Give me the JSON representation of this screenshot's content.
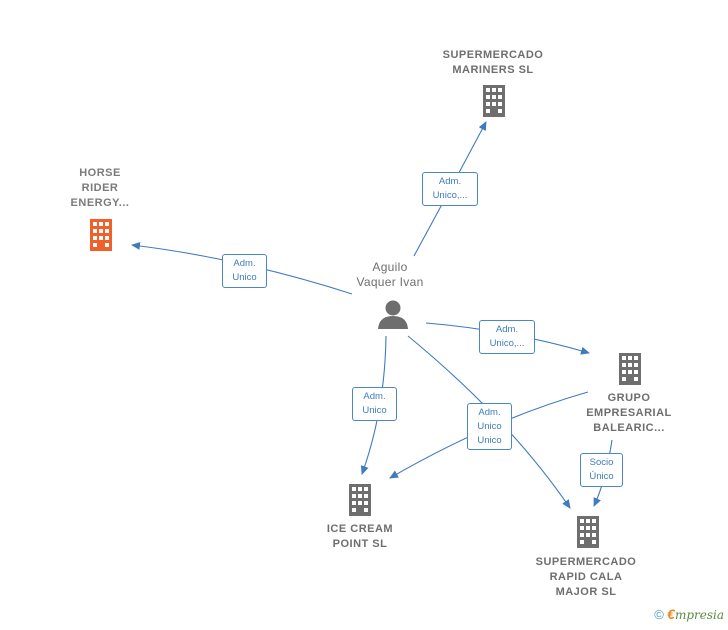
{
  "nodes": {
    "person": {
      "lines": [
        "Aguilo",
        "Vaquer Ivan"
      ]
    },
    "mariners": {
      "lines": [
        "SUPERMERCADO",
        "MARINERS  SL"
      ]
    },
    "horse": {
      "lines": [
        "HORSE",
        "RIDER",
        "ENERGY..."
      ]
    },
    "grupo": {
      "lines": [
        "GRUPO",
        "EMPRESARIAL",
        "BALEARIC..."
      ]
    },
    "icecream": {
      "lines": [
        "ICE CREAM",
        "POINT  SL"
      ]
    },
    "rapid": {
      "lines": [
        "SUPERMERCADO",
        "RAPID CALA",
        "MAJOR  SL"
      ]
    }
  },
  "edges": {
    "to_mariners": {
      "lines": [
        "Adm.",
        "Unico,..."
      ]
    },
    "to_horse": {
      "lines": [
        "Adm.",
        "Unico"
      ]
    },
    "to_grupo": {
      "lines": [
        "Adm.",
        "Unico,..."
      ]
    },
    "to_icecream": {
      "lines": [
        "Adm.",
        "Unico"
      ]
    },
    "to_rapid": {
      "lines": [
        "Adm.",
        "Unico",
        "Unico"
      ]
    },
    "grupo_to_rapid": {
      "lines": [
        "Socio",
        "Único"
      ]
    }
  },
  "colors": {
    "edge": "#3f7bc0",
    "building": "#6e6e6e",
    "highlight_building": "#f0602a"
  },
  "footer": {
    "copyright": "©",
    "brand_initial": "€",
    "brand_rest": "mpresia"
  }
}
